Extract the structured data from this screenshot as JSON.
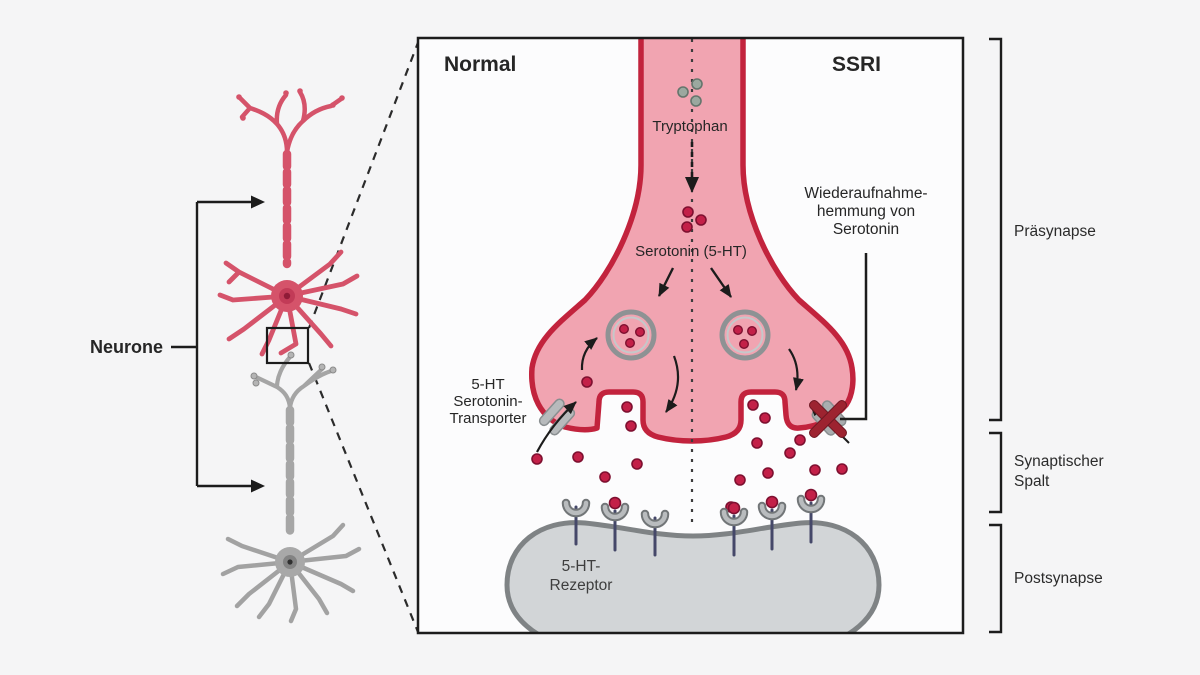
{
  "figure": {
    "neuron_label": "Neurone",
    "conditions": {
      "left": "Normal",
      "right": "SSRI"
    },
    "annotations": {
      "tryptophan": "Tryptophan",
      "serotonin": "Serotonin (5-HT)",
      "transporter_lines": [
        "5-HT",
        "Serotonin-",
        "Transporter"
      ],
      "reuptake_lines": [
        "Wiederaufnahme-",
        "hemmung von",
        "Serotonin"
      ],
      "receptor_lines": [
        "5-HT-",
        "Rezeptor"
      ]
    },
    "regions": {
      "presynapse": "Präsynapse",
      "synaptic_cleft_lines": [
        "Synaptischer",
        "Spalt"
      ],
      "postsynapse": "Postsynapse"
    }
  },
  "icons": {
    "serotonin_dot": "red-dot-icon",
    "tryptophan_dot": "gray-dot-icon",
    "vesicle": "synaptic-vesicle-icon",
    "receptor": "receptor-cup-icon",
    "transporter": "transporter-channel-icon",
    "blocked_transporter": "blocked-transporter-x-icon"
  },
  "colors": {
    "background": "#f5f5f6",
    "box_background": "#fcfcfd",
    "outline_black": "#1c1c1c",
    "neuron_pink": "#d5536a",
    "neuron_gray": "#a7a7a7",
    "membrane_red": "#c2233d",
    "cytoplasm_pink": "#f1a4b1",
    "serotonin_dot": "#c32048",
    "tryptophan_dot": "#9ba89f",
    "vesicle_ring_gray": "#8e9294",
    "postsynapse_fill": "#d2d5d7",
    "postsynapse_border": "#7f8385",
    "receptor_stem_navy": "#454869",
    "transporter_gray": "#b7babc",
    "inhibitor_x_red": "#9d2330",
    "text": "#262626"
  }
}
